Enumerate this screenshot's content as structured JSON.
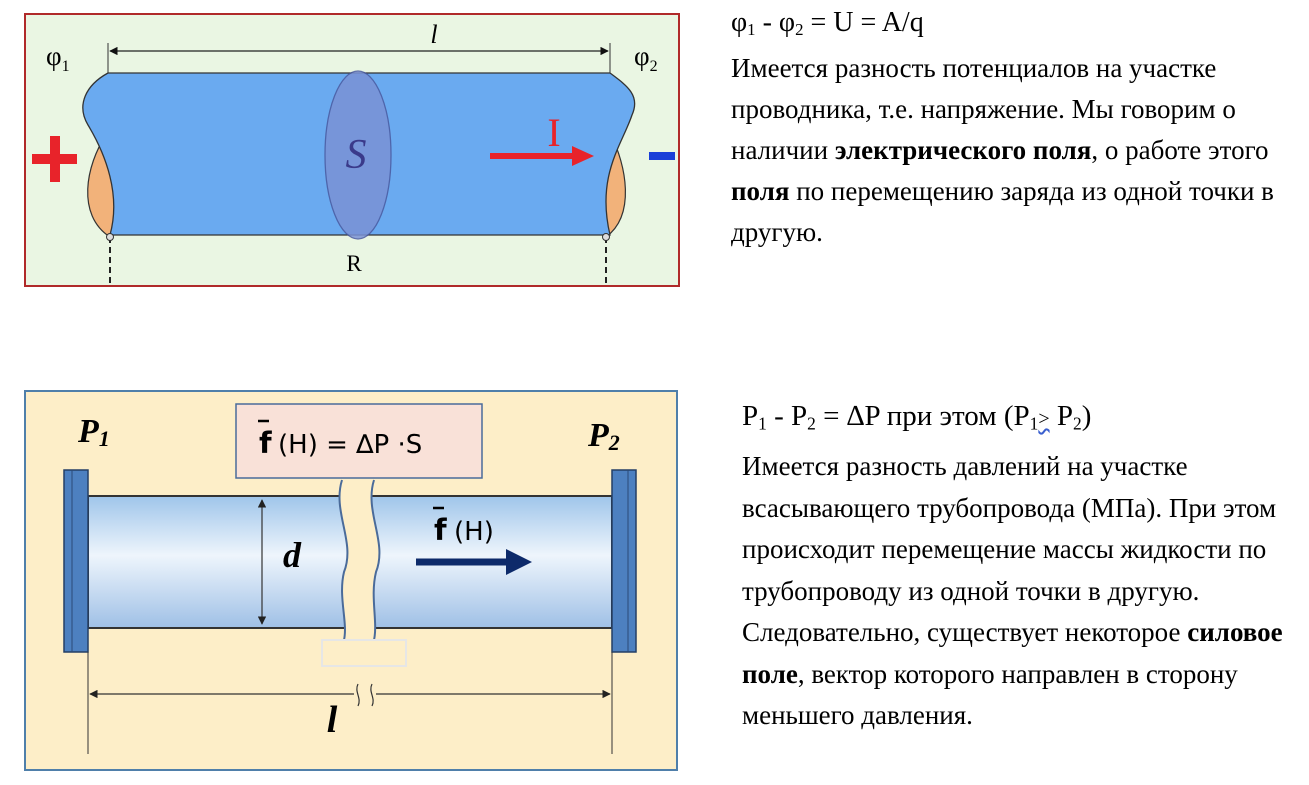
{
  "electric": {
    "length_label": "l",
    "phi1_base": "φ",
    "phi1_sub": "1",
    "phi2_base": "φ",
    "phi2_sub": "2",
    "plus_sign": "+",
    "minus_sign": "-",
    "area_label": "S",
    "current_label": "I",
    "resistance_label": "R",
    "formula": {
      "a": "φ",
      "a_sub": "1",
      "sep1": " - ",
      "b": "φ",
      "b_sub": "2",
      "rest": " = U = A/q"
    },
    "text": {
      "p1": "Имеется разность потенциалов на участке проводника, т.е. напряжение. Мы говорим о наличии ",
      "b1": "электрического поля",
      "p2": ", о работе этого ",
      "b2": "поля",
      "p3": " по перемещению заряда из одной точки в другую."
    }
  },
  "hydraulic": {
    "p1_base": "P",
    "p1_sub": "1",
    "p2_base": "P",
    "p2_sub": "2",
    "force_formula": "(Н) = ∆P ·S",
    "force_symbol": "f",
    "force_arrow_label": "(Н)",
    "diameter_label": "d",
    "length_label": "l",
    "formula": {
      "a": "P",
      "a_sub": "1",
      "sep1": " - ",
      "b": "P",
      "b_sub": "2",
      "mid": " = ∆P  при этом (P",
      "c_sub": "1",
      "cmp": ">",
      "d": " P",
      "d_sub": "2",
      "end": ")"
    },
    "text": {
      "p1": "Имеется разность давлений на участке всасывающего трубопровода (МПа). При этом происходит перемещение массы жидкости по трубопроводу из одной точки в другую. Следовательно, существует некоторое ",
      "b1": "силовое поле",
      "p2": ", вектор которого направлен в сторону меньшего давления."
    }
  },
  "colors": {
    "conductor": "#6aaaf0",
    "lobe": "#f2b27a",
    "current_arrow": "#e8232a",
    "minus": "#1a3fd8",
    "pipe_flange": "#4d80c0",
    "flow_arrow": "#0d2a6a"
  }
}
